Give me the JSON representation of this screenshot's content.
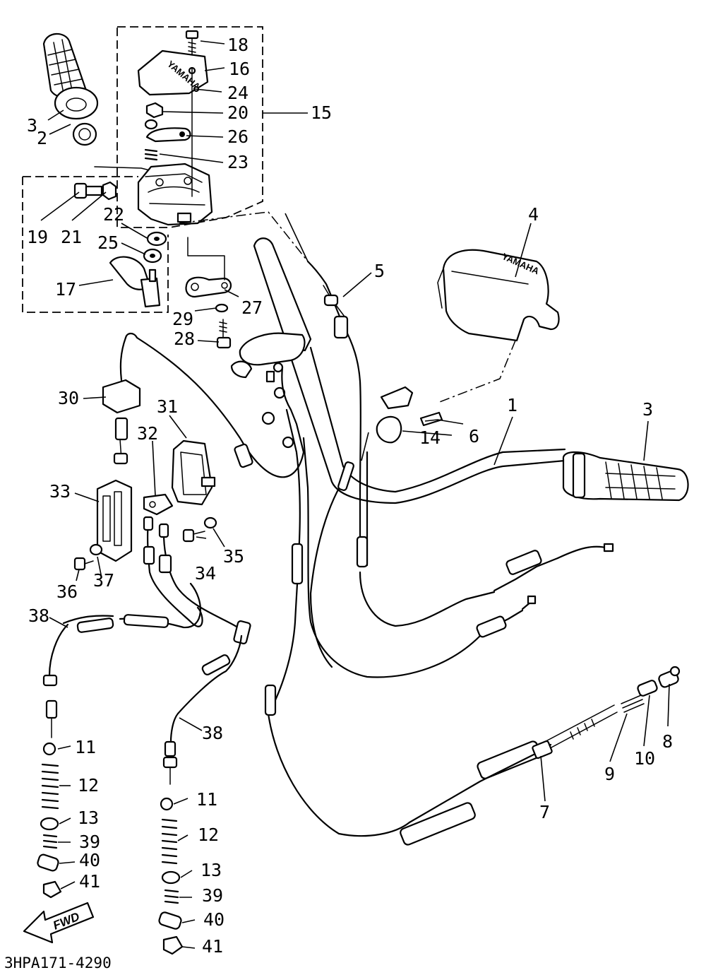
{
  "diagram": {
    "drawing_code": "3HPA171-4290",
    "direction_label": "FWD",
    "brand_label": "YAMAHA",
    "callouts": [
      {
        "id": "c1",
        "label": "1"
      },
      {
        "id": "c2",
        "label": "2"
      },
      {
        "id": "c3a",
        "label": "3"
      },
      {
        "id": "c3b",
        "label": "3"
      },
      {
        "id": "c4",
        "label": "4"
      },
      {
        "id": "c5",
        "label": "5"
      },
      {
        "id": "c6",
        "label": "6"
      },
      {
        "id": "c7",
        "label": "7"
      },
      {
        "id": "c8",
        "label": "8"
      },
      {
        "id": "c9",
        "label": "9"
      },
      {
        "id": "c10",
        "label": "10"
      },
      {
        "id": "c11a",
        "label": "11"
      },
      {
        "id": "c11b",
        "label": "11"
      },
      {
        "id": "c12a",
        "label": "12"
      },
      {
        "id": "c12b",
        "label": "12"
      },
      {
        "id": "c13a",
        "label": "13"
      },
      {
        "id": "c13b",
        "label": "13"
      },
      {
        "id": "c14",
        "label": "14"
      },
      {
        "id": "c15",
        "label": "15"
      },
      {
        "id": "c16",
        "label": "16"
      },
      {
        "id": "c17",
        "label": "17"
      },
      {
        "id": "c18",
        "label": "18"
      },
      {
        "id": "c19",
        "label": "19"
      },
      {
        "id": "c20",
        "label": "20"
      },
      {
        "id": "c21",
        "label": "21"
      },
      {
        "id": "c22",
        "label": "22"
      },
      {
        "id": "c23",
        "label": "23"
      },
      {
        "id": "c24",
        "label": "24"
      },
      {
        "id": "c25",
        "label": "25"
      },
      {
        "id": "c26",
        "label": "26"
      },
      {
        "id": "c27",
        "label": "27"
      },
      {
        "id": "c28",
        "label": "28"
      },
      {
        "id": "c29",
        "label": "29"
      },
      {
        "id": "c30",
        "label": "30"
      },
      {
        "id": "c31",
        "label": "31"
      },
      {
        "id": "c32",
        "label": "32"
      },
      {
        "id": "c33",
        "label": "33"
      },
      {
        "id": "c34",
        "label": "34"
      },
      {
        "id": "c35",
        "label": "35"
      },
      {
        "id": "c36",
        "label": "36"
      },
      {
        "id": "c37",
        "label": "37"
      },
      {
        "id": "c38a",
        "label": "38"
      },
      {
        "id": "c38b",
        "label": "38"
      },
      {
        "id": "c39a",
        "label": "39"
      },
      {
        "id": "c39b",
        "label": "39"
      },
      {
        "id": "c40a",
        "label": "40"
      },
      {
        "id": "c40b",
        "label": "40"
      },
      {
        "id": "c41a",
        "label": "41"
      },
      {
        "id": "c41b",
        "label": "41"
      }
    ]
  }
}
